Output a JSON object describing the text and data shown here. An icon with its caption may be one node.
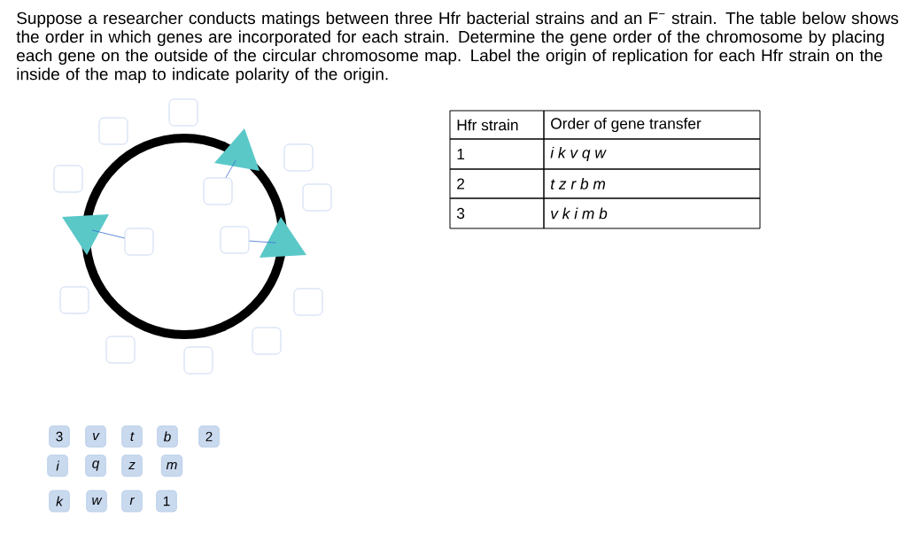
{
  "diagram": {
    "title": "Suppose a researcher conducts matings between three Hfr bacterial strains and an F$^{−}$ strain. The table below shows the order in which genes are incorporated for each strain. Determine the gene order of the chromosome by placing each gene on the outside of the circular chromosome map. Label the origin of replication for each Hfr strain on the inside of the map to indicate polarity of the origin.",
    "nodes": [
      {
        "text": [],
        "shape": "box"
      },
      {
        "text": [],
        "shape": "box"
      },
      {
        "text": [],
        "shape": "box"
      },
      {
        "text": [],
        "shape": "box"
      },
      {
        "text": [],
        "shape": "box"
      },
      {
        "text": [],
        "shape": "box"
      },
      {
        "text": [],
        "shape": "box"
      },
      {
        "text": [],
        "shape": "box"
      },
      {
        "text": [],
        "shape": "box"
      },
      {
        "text": [],
        "shape": "box"
      },
      {
        "text": [],
        "shape": "box"
      },
      {
        "text": [],
        "shape": "box"
      },
      {
        "text": [],
        "shape": "box"
      },
      {
        "text": [],
        "shape": "triangle"
      },
      {
        "text": [],
        "shape": "triangle"
      },
      {
        "text": [],
        "shape": "triangle"
      },
      {
        "text": [
          "3"
        ]
      },
      {
        "text": [
          "v"
        ]
      },
      {
        "text": [
          "t"
        ]
      },
      {
        "text": [
          "b"
        ]
      },
      {
        "text": [
          "2"
        ]
      },
      {
        "text": [
          "i"
        ]
      },
      {
        "text": [
          "q"
        ]
      },
      {
        "text": [
          "z"
        ]
      },
      {
        "text": [
          "m"
        ]
      },
      {
        "text": [
          "k"
        ]
      },
      {
        "text": [
          "w"
        ]
      },
      {
        "text": [
          "r"
        ]
      },
      {
        "text": [
          "1"
        ]
      }
    ],
    "edges": [
      {
        "from": 4,
        "to": 13,
        "arrow": "none"
      },
      {
        "from": 7,
        "to": 14,
        "arrow": "none"
      },
      {
        "from": 6,
        "to": 15,
        "arrow": "none"
      }
    ],
    "labels": [
      "Hfr strain",
      "Order of gene transfer",
      "1",
      "i k v q w",
      "2",
      "t z r b m",
      "3",
      "v k i m b"
    ]
  }
}
